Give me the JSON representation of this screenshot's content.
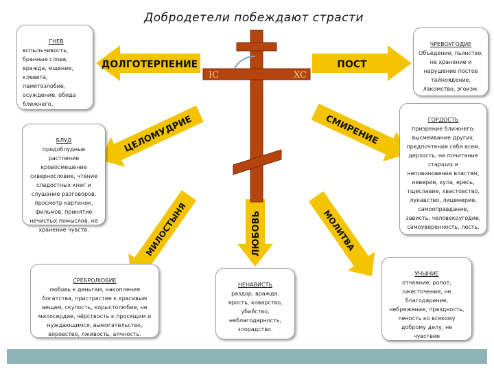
{
  "title": "Добродетели побеждают страсти",
  "cross": {
    "left_text": "IC",
    "right_text": "XC"
  },
  "virtues": {
    "longsuffering": "ДОЛГОТЕРПЕНИЕ",
    "fasting": "ПОСТ",
    "chastity": "ЦЕЛОМУДРИЕ",
    "humility": "СМИРЕНИЕ",
    "charity": "МИЛОСТЫНЯ",
    "love": "ЛЮБОВЬ",
    "prayer": "МОЛИТВА"
  },
  "passions": {
    "anger": {
      "name": "ГНЕВ",
      "text": "вспыльчивость,\nбранные слова,\nвражда, мщение,\nклевета,\nпамятозлобие,\nосуждение, обида\nближнего."
    },
    "gluttony": {
      "name": "ЧРЕВОУГОДИЕ",
      "text": "Объедение, пьянство,\nне хранение и\nнарушение постов\nтайноядение,\nлакомство, эгоизм."
    },
    "fornication": {
      "name": "БЛУД",
      "text": "предоблудные\nрастление\nкровосмешение\nсквернословие, чтение\nсладостных книг и\nслушание разговоров,\nпросмотр картинок,\nфильмов, принятие\nнечистых помыслов, не\nхранение чувств."
    },
    "pride": {
      "name": "ГОРДОСТЬ",
      "text": "призрение ближнего,\nвысмеивание других,\nпредпочтения себя всем,\nдерзость, не почитание\nстарших и\nнеповиновение властям,\nневерие, хула, ересь,\nтщеславие, хвастовство,\nлукавство, лицемерие,\nсамооправдание,\nзависть, человекоугодие,\nсамоуверенность, лесть."
    },
    "avarice": {
      "name": "СРЕБРОЛЮБИЕ",
      "text": "любовь к деньгам, накопления\nбогатства, пристрастие к красивым\nвещам, скупость, корыстолюбие, не\nмилосердие, чёрствость к просящим и\nнуждающимся, вымогательство,\nворовство, лживость, алчность."
    },
    "hatred": {
      "name": "НЕНАВИСТЬ",
      "text": "раздор, вражда,\nярость, коварство,\nубийство,\nнеблагодарность,\nзлорадство."
    },
    "despondency": {
      "name": "УНЫНИЕ",
      "text": "отчаяние, ропот,\nожесточение, не\nблагодарение,\nнебрежение, праздность,\nленость ко всякому\nдоброму делу, не\nчувствие"
    }
  },
  "colors": {
    "arrow_fill": "#f5c400",
    "cross_fill": "#b5440e",
    "cross_stroke": "#7a2a05",
    "footer": "#8db3b5"
  }
}
